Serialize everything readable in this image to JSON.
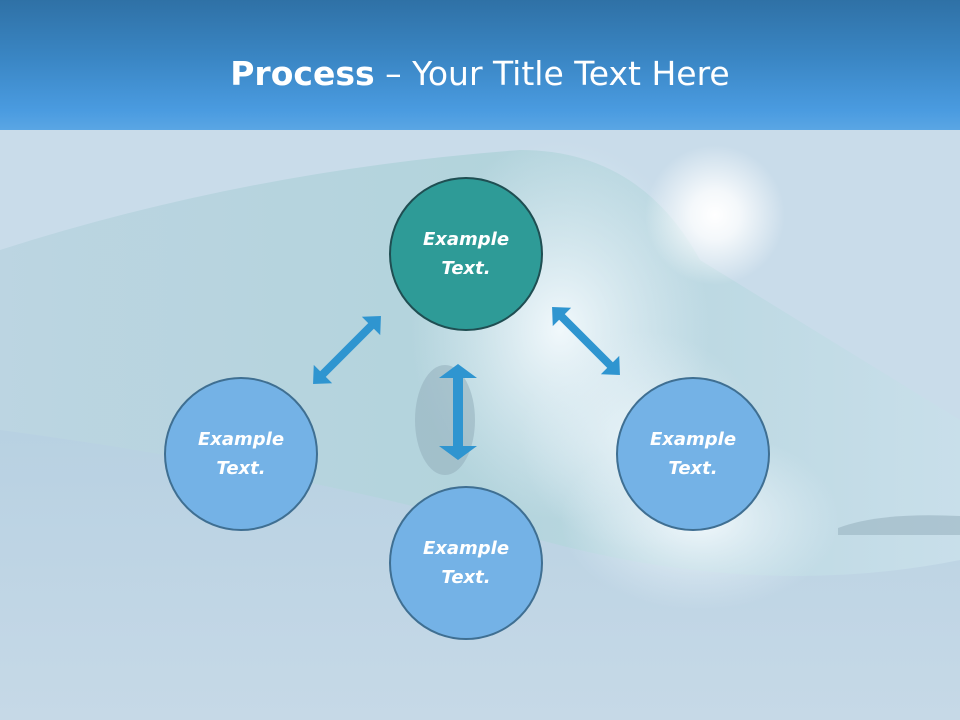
{
  "slide": {
    "title_bold": "Process",
    "title_rest": " – Your Title Text Here"
  },
  "diagram": {
    "center": "Example Text.",
    "left": "Example Text.",
    "right": "Example Text.",
    "bottom": "Example Text."
  },
  "colors": {
    "header": "#3a86c4",
    "center_node": "#2e9b97",
    "outer_node": "#74b2e6",
    "arrow": "#2f95d0"
  }
}
